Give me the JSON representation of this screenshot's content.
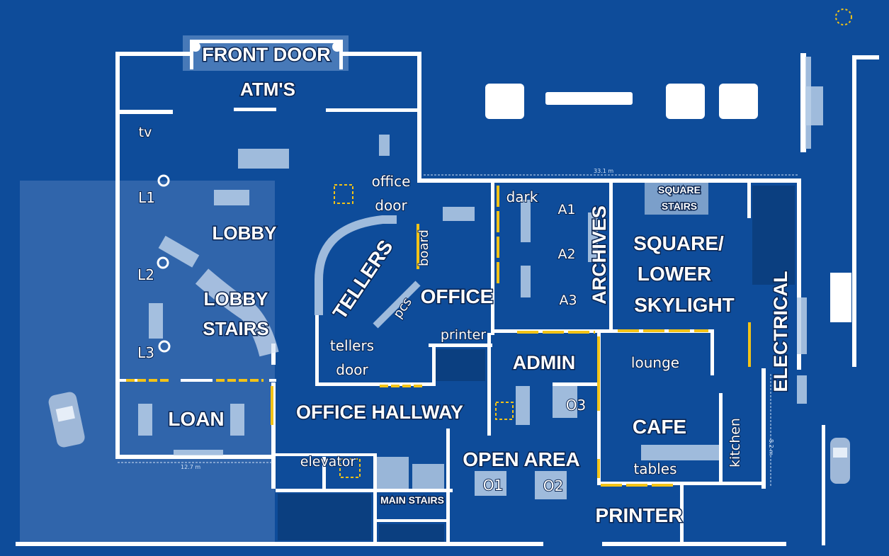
{
  "rooms": {
    "front_door": "FRONT DOOR",
    "atms": "ATM'S",
    "lobby": "LOBBY",
    "lobby_stairs": [
      "LOBBY",
      "STAIRS"
    ],
    "loan": "LOAN",
    "tellers": "TELLERS",
    "office": "OFFICE",
    "archives": "ARCHIVES",
    "square_lower_skylight": [
      "SQUARE/",
      "LOWER",
      "SKYLIGHT"
    ],
    "electrical": "ELECTRICAL",
    "admin": "ADMIN",
    "cafe": "CAFE",
    "office_hallway": "OFFICE HALLWAY",
    "open_area": "OPEN AREA",
    "printer_room": "PRINTER",
    "main_stairs": "MAIN STAIRS",
    "square_stairs": [
      "SQUARE",
      "STAIRS"
    ]
  },
  "labels": {
    "tv": "tv",
    "l1": "L1",
    "l2": "L2",
    "l3": "L3",
    "office_door": [
      "office",
      "door"
    ],
    "board": "board",
    "pcs": "pcs",
    "dark": "dark",
    "a1": "A1",
    "a2": "A2",
    "a3": "A3",
    "printer": "printer",
    "tellers_door": [
      "tellers",
      "door"
    ],
    "lounge": "lounge",
    "o3": "O3",
    "kitchen": "kitchen",
    "tables": "tables",
    "elevator": "elevator",
    "o1": "O1",
    "o2": "O2"
  },
  "dimensions": {
    "top": "33.1 m",
    "left_bottom": "12.7 m",
    "right": "8.2 m"
  },
  "colors": {
    "background": "#0e4c9a",
    "wall": "#ffffff",
    "door": "#f3c316",
    "furniture": "#b9cfe8"
  }
}
